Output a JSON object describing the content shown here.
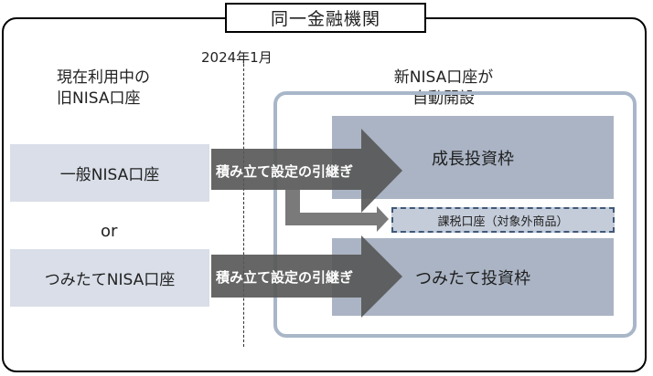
{
  "title": "同一金融機関",
  "date_label": "2024年1月",
  "current_accounts": {
    "heading_line1": "現在利用中の",
    "heading_line2": "旧NISA口座",
    "general": "一般NISA口座",
    "or": "or",
    "tsumitate": "つみたてNISA口座"
  },
  "new_account": {
    "heading_line1": "新NISA口座が",
    "heading_line2": "自動開設",
    "growth_frame": "成長投資枠",
    "taxable": "課税口座（対象外商品）",
    "tsumitate_frame": "つみたて投資枠"
  },
  "arrows": {
    "general_label": "積み立て設定の引継ぎ",
    "tsumitate_label": "積み立て設定の引継ぎ"
  },
  "colors": {
    "current_box": "#d9dee8",
    "new_box": "#aab4c4",
    "new_frame_border": "#a8b6c8",
    "arrow": "#555555",
    "taxable_border": "#3f5878"
  }
}
